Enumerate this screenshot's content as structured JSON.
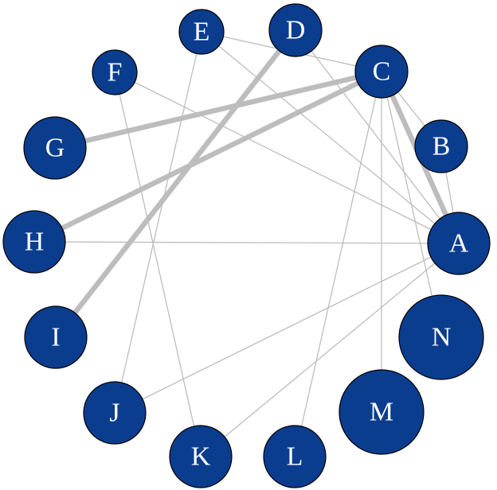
{
  "colors": {
    "node_fill": "#0b3d8f",
    "node_stroke": "#000000",
    "edge": "#bdbdbd",
    "label": "#ffffff"
  },
  "nodes": [
    {
      "id": "A",
      "label": "A",
      "size": 3
    },
    {
      "id": "B",
      "label": "B",
      "size": 2
    },
    {
      "id": "C",
      "label": "C",
      "size": 2
    },
    {
      "id": "D",
      "label": "D",
      "size": 2
    },
    {
      "id": "E",
      "label": "E",
      "size": 1
    },
    {
      "id": "F",
      "label": "F",
      "size": 1
    },
    {
      "id": "G",
      "label": "G",
      "size": 3
    },
    {
      "id": "H",
      "label": "H",
      "size": 3
    },
    {
      "id": "I",
      "label": "I",
      "size": 3
    },
    {
      "id": "J",
      "label": "J",
      "size": 3
    },
    {
      "id": "K",
      "label": "K",
      "size": 3
    },
    {
      "id": "L",
      "label": "L",
      "size": 3
    },
    {
      "id": "M",
      "label": "M",
      "size": 4
    },
    {
      "id": "N",
      "label": "N",
      "size": 4
    }
  ],
  "edges": [
    {
      "source": "C",
      "target": "G",
      "weight": 3
    },
    {
      "source": "C",
      "target": "H",
      "weight": 3
    },
    {
      "source": "D",
      "target": "I",
      "weight": 3
    },
    {
      "source": "C",
      "target": "A",
      "weight": 3
    },
    {
      "source": "E",
      "target": "C",
      "weight": 1
    },
    {
      "source": "E",
      "target": "A",
      "weight": 1
    },
    {
      "source": "E",
      "target": "J",
      "weight": 1
    },
    {
      "source": "D",
      "target": "A",
      "weight": 1
    },
    {
      "source": "F",
      "target": "A",
      "weight": 1
    },
    {
      "source": "F",
      "target": "K",
      "weight": 1
    },
    {
      "source": "C",
      "target": "B",
      "weight": 1
    },
    {
      "source": "C",
      "target": "L",
      "weight": 1
    },
    {
      "source": "C",
      "target": "M",
      "weight": 1
    },
    {
      "source": "C",
      "target": "N",
      "weight": 1
    },
    {
      "source": "B",
      "target": "A",
      "weight": 1
    },
    {
      "source": "H",
      "target": "A",
      "weight": 1
    },
    {
      "source": "A",
      "target": "J",
      "weight": 1
    },
    {
      "source": "A",
      "target": "K",
      "weight": 1
    }
  ]
}
